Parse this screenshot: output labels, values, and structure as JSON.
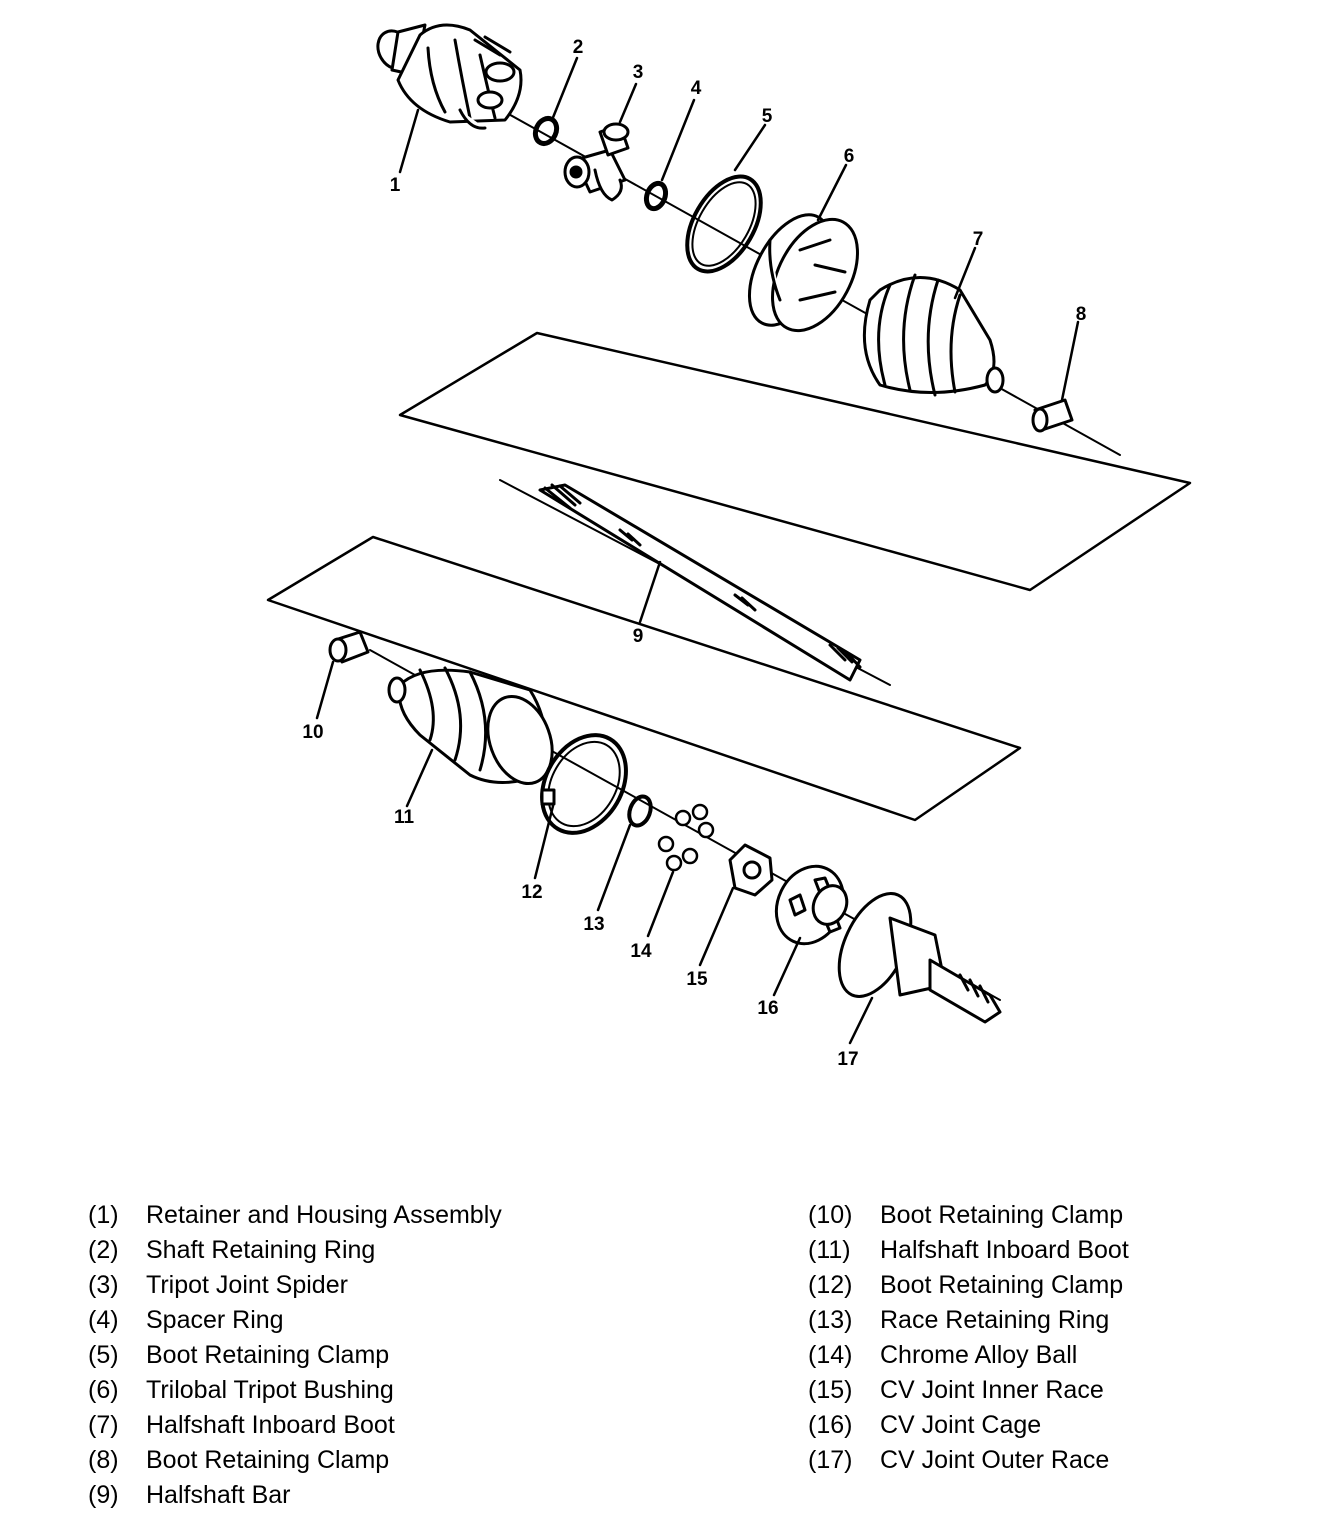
{
  "callouts": [
    "1",
    "2",
    "3",
    "4",
    "5",
    "6",
    "7",
    "8",
    "9",
    "10",
    "11",
    "12",
    "13",
    "14",
    "15",
    "16",
    "17"
  ],
  "legend": {
    "left": [
      {
        "num": "(1)",
        "label": "Retainer and Housing Assembly"
      },
      {
        "num": "(2)",
        "label": "Shaft Retaining Ring"
      },
      {
        "num": "(3)",
        "label": "Tripot Joint Spider"
      },
      {
        "num": "(4)",
        "label": "Spacer Ring"
      },
      {
        "num": "(5)",
        "label": "Boot Retaining Clamp"
      },
      {
        "num": "(6)",
        "label": "Trilobal Tripot Bushing"
      },
      {
        "num": "(7)",
        "label": "Halfshaft Inboard Boot"
      },
      {
        "num": "(8)",
        "label": "Boot Retaining Clamp"
      },
      {
        "num": "(9)",
        "label": "Halfshaft Bar"
      }
    ],
    "right": [
      {
        "num": "(10)",
        "label": "Boot Retaining Clamp"
      },
      {
        "num": "(11)",
        "label": "Halfshaft Inboard Boot"
      },
      {
        "num": "(12)",
        "label": "Boot Retaining Clamp"
      },
      {
        "num": "(13)",
        "label": "Race Retaining Ring"
      },
      {
        "num": "(14)",
        "label": "Chrome Alloy Ball"
      },
      {
        "num": "(15)",
        "label": "CV Joint Inner Race"
      },
      {
        "num": "(16)",
        "label": "CV Joint Cage"
      },
      {
        "num": "(17)",
        "label": "CV Joint Outer Race"
      }
    ]
  }
}
